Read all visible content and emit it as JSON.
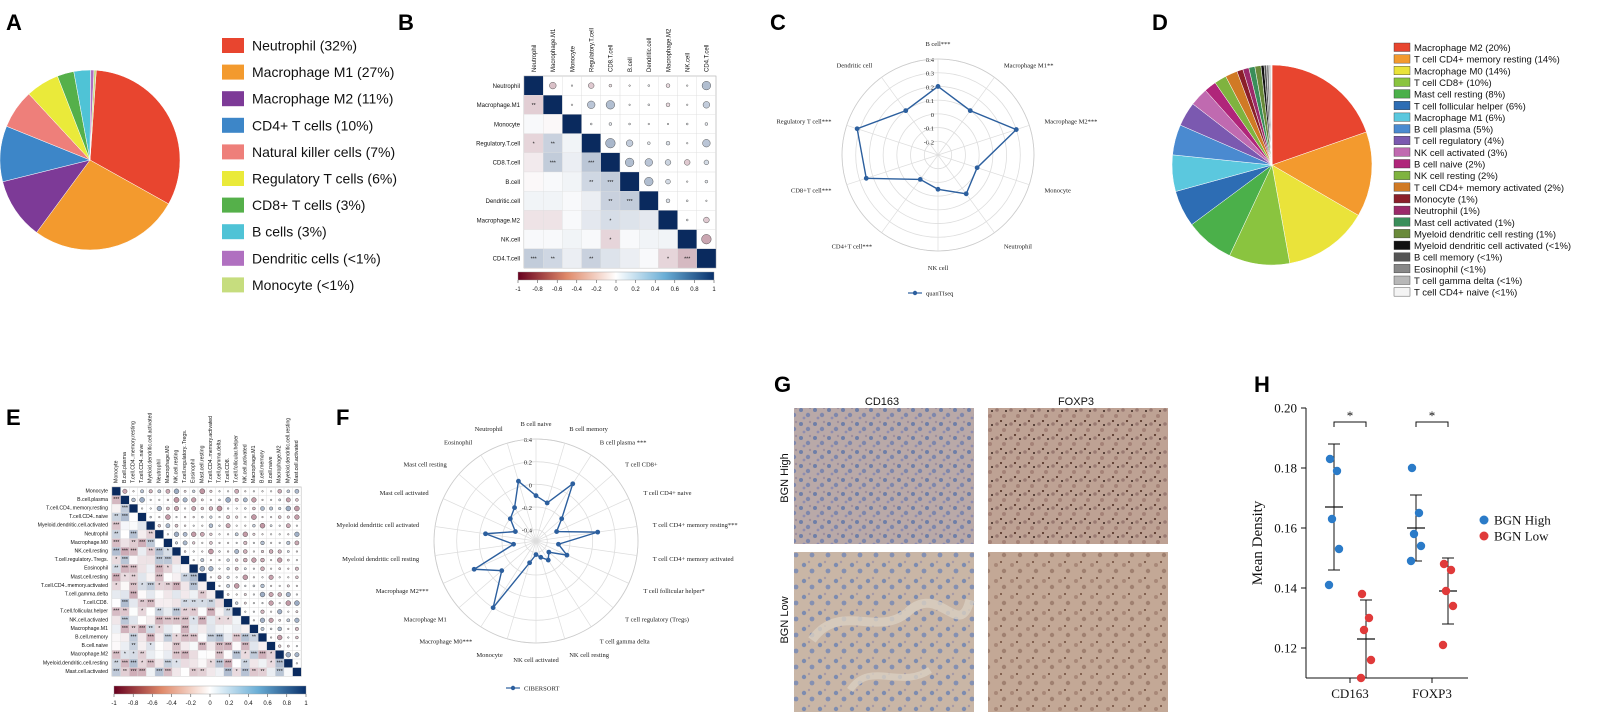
{
  "panel_labels": [
    "A",
    "B",
    "C",
    "D",
    "E",
    "F",
    "G",
    "H"
  ],
  "chart_data": [
    {
      "panel": "A",
      "type": "pie",
      "labels": [
        "Neutrophil (32%)",
        "Macrophage M1 (27%)",
        "Macrophage M2 (11%)",
        "CD4+ T cells (10%)",
        "Natural killer cells (7%)",
        "Regulatory T cells (6%)",
        "CD8+ T cells (3%)",
        "B cells (3%)",
        "Dendritic cells (<1%)",
        "Monocyte (<1%)"
      ],
      "values": [
        32,
        27,
        11,
        10,
        7,
        6,
        3,
        3,
        0.6,
        0.4
      ],
      "colors": [
        "#e8452f",
        "#f39a2e",
        "#7d3a97",
        "#3d86c8",
        "#ee7f7a",
        "#eaea3a",
        "#55b04a",
        "#4fc3d6",
        "#b070c0",
        "#c6dd7e"
      ]
    },
    {
      "panel": "B",
      "type": "heatmap",
      "labels": [
        "Neutrophil",
        "Macrophage.M1",
        "Monocyte",
        "Regulatory.T.cell",
        "CD8.T.cell",
        "B.cell",
        "Dendritic.cell",
        "Macrophage.M2",
        "NK.cell",
        "CD4.T.cell"
      ],
      "col_labels": [
        "Neutrophil",
        "Macrophage.M1",
        "Monocyte",
        "Regulatory.T.cell",
        "CD8.T.cell",
        "B.cell",
        "Dendritic.cell",
        "Macrophage.M2",
        "NK.cell",
        "CD4.T.cell"
      ],
      "matrix": [
        [
          1,
          -0.35,
          0.05,
          -0.3,
          -0.15,
          -0.05,
          0.1,
          -0.2,
          0.05,
          0.45
        ],
        [
          -0.35,
          1,
          -0.05,
          0.4,
          0.45,
          0.05,
          0.1,
          -0.2,
          0.05,
          0.35
        ],
        [
          0.05,
          -0.05,
          1,
          0.1,
          0.15,
          0.1,
          0.05,
          0.05,
          0.1,
          0.15
        ],
        [
          -0.3,
          0.4,
          0.1,
          1,
          0.5,
          0.35,
          0.15,
          0.2,
          0.05,
          0.4
        ],
        [
          -0.15,
          0.45,
          0.15,
          0.5,
          1,
          0.45,
          0.4,
          0.3,
          -0.3,
          0.25
        ],
        [
          -0.05,
          0.05,
          0.1,
          0.35,
          0.45,
          1,
          0.45,
          0.25,
          0.05,
          0.15
        ],
        [
          0.1,
          0.1,
          0.05,
          0.15,
          0.4,
          0.45,
          1,
          0.2,
          0.1,
          0.05
        ],
        [
          -0.2,
          -0.2,
          0.05,
          0.2,
          0.3,
          0.25,
          0.2,
          1,
          0.1,
          -0.3
        ],
        [
          0.05,
          0.05,
          0.1,
          0.05,
          -0.3,
          0.05,
          0.1,
          0.1,
          1,
          -0.5
        ],
        [
          0.45,
          0.35,
          0.15,
          0.4,
          0.25,
          0.15,
          0.05,
          -0.3,
          -0.5,
          1
        ]
      ],
      "colorbar_ticks": [
        "-1",
        "-0.8",
        "-0.6",
        "-0.4",
        "-0.2",
        "0",
        "0.2",
        "0.4",
        "0.6",
        "0.8",
        "1"
      ]
    },
    {
      "panel": "C",
      "type": "line",
      "subtype": "radar",
      "axes": [
        "B cell***",
        "Macrophage M1**",
        "Macrophage M2***",
        "Monocyte",
        "Neutrophil",
        "NK cell",
        "CD4+T cell***",
        "CD8+T cell***",
        "Regulatory T cell***",
        "Dendritic cell"
      ],
      "values": [
        0.2,
        0.1,
        0.3,
        0.0,
        0.05,
        -0.05,
        -0.08,
        0.25,
        0.32,
        0.1
      ],
      "r_ticks": [
        "0.4",
        "0.3",
        "0.2",
        "0.1",
        "0",
        "-0.1",
        "-0.2"
      ],
      "ylim": [
        -0.3,
        0.4
      ],
      "legend": "quanTIseq"
    },
    {
      "panel": "D",
      "type": "pie",
      "labels": [
        "Macrophage M2 (20%)",
        "T cell CD4+ memory resting (14%)",
        "Macrophage M0 (14%)",
        "T cell CD8+ (10%)",
        "Mast cell resting (8%)",
        "T cell follicular helper (6%)",
        "Macrophage M1 (6%)",
        "B cell plasma (5%)",
        "T cell regulatory (4%)",
        "NK cell activated (3%)",
        "B cell naive (2%)",
        "NK cell resting (2%)",
        "T cell CD4+ memory activated (2%)",
        "Monocyte (1%)",
        "Neutrophil (1%)",
        "Mast cell activated (1%)",
        "Myeloid dendritic cell resting (1%)",
        "Myeloid dendritic cell activated (<1%)",
        "B cell memory (<1%)",
        "Eosinophil (<1%)",
        "T cell gamma delta (<1%)",
        "T cell CD4+ naive (<1%)"
      ],
      "values": [
        20,
        14,
        14,
        10,
        8,
        6,
        6,
        5,
        4,
        3,
        2,
        2,
        2,
        1,
        1,
        1,
        1,
        0.5,
        0.4,
        0.4,
        0.3,
        0.2
      ],
      "colors": [
        "#e8452f",
        "#f39a2e",
        "#eae33a",
        "#8ac43f",
        "#4bb04a",
        "#2d6db4",
        "#5bc8de",
        "#4a8ad0",
        "#7b59b0",
        "#c06ab0",
        "#b0257a",
        "#7fb33f",
        "#d07a25",
        "#8b1f2a",
        "#9b2a6a",
        "#3a8e5a",
        "#6a8a3a",
        "#111111",
        "#555555",
        "#888888",
        "#b8b8b8",
        "#f4f4f4"
      ]
    },
    {
      "panel": "E",
      "type": "heatmap",
      "labels": [
        "Monocyte",
        "B.cell.plasma",
        "T.cell.CD4..memory.resting",
        "T.cell.CD4..naive",
        "Myeloid.dendritic.cell.activated",
        "Neutrophil",
        "Macrophage.M0",
        "NK.cell.resting",
        "T.cell.regulatory..Tregs.",
        "Eosinophil",
        "Mast.cell.resting",
        "T.cell.CD4..memory.activated",
        "T.cell.gamma.delta",
        "T.cell.CD8.",
        "T.cell.follicular.helper",
        "NK.cell.activated",
        "Macrophage.M1",
        "B.cell.memory",
        "B.cell.naive",
        "Macrophage.M2",
        "Myeloid.dendritic.cell.resting",
        "Mast.cell.activated"
      ],
      "colorbar_ticks": [
        "-1",
        "-0.8",
        "-0.6",
        "-0.4",
        "-0.2",
        "0",
        "0.2",
        "0.4",
        "0.6",
        "0.8",
        "1"
      ]
    },
    {
      "panel": "F",
      "type": "line",
      "subtype": "radar",
      "axes": [
        "B cell naive",
        "B cell memory",
        "B cell plasma ***",
        "T cell CD8+",
        "T cell CD4+ naive",
        "T cell CD4+ memory resting***",
        "T cell CD4+ memory activated",
        "T cell follicular helper*",
        "T cell regulatory (Tregs)",
        "T cell gamma delta",
        "NK cell resting",
        "NK cell activated",
        "Monocyte",
        "Macrophage M0***",
        "Macrophage M1",
        "Macrophage M2***",
        "Myeloid dendritic cell resting",
        "Myeloid dendritic cell activated",
        "Mast cell activated",
        "Mast cell resting",
        "Eosinophil",
        "Neutrophil"
      ],
      "values": [
        -0.1,
        -0.15,
        0.1,
        -0.2,
        -0.3,
        0.05,
        -0.3,
        -0.2,
        -0.35,
        -0.3,
        -0.35,
        -0.38,
        -0.3,
        0.2,
        -0.1,
        0.1,
        -0.3,
        -0.05,
        -0.3,
        -0.2,
        -0.15,
        0.05
      ],
      "r_ticks": [
        "0.4",
        "0.2",
        "0",
        "-0.2",
        "-0.4"
      ],
      "ylim": [
        -0.5,
        0.4
      ],
      "legend": "CIBERSORT"
    },
    {
      "panel": "H",
      "type": "scatter",
      "categories": [
        "CD163",
        "FOXP3"
      ],
      "series": [
        {
          "name": "BGN High",
          "color": "#2b7bc8",
          "values": [
            [
              0.183,
              0.179,
              0.163,
              0.153,
              0.141
            ],
            [
              0.18,
              0.165,
              0.158,
              0.154,
              0.149
            ]
          ],
          "mean": [
            0.167,
            0.16
          ],
          "sd": [
            0.021,
            0.011
          ]
        },
        {
          "name": "BGN Low",
          "color": "#e03a3a",
          "values": [
            [
              0.138,
              0.13,
              0.126,
              0.116,
              0.11
            ],
            [
              0.148,
              0.146,
              0.139,
              0.134,
              0.121
            ]
          ],
          "mean": [
            0.123,
            0.139
          ],
          "sd": [
            0.013,
            0.011
          ]
        }
      ],
      "ylabel": "Mean Density",
      "ylim": [
        0.11,
        0.2
      ],
      "yticks": [
        "0.12",
        "0.14",
        "0.16",
        "0.18",
        "0.20"
      ],
      "significance": [
        "*",
        "*"
      ]
    }
  ],
  "ihc": {
    "col_titles": [
      "CD163",
      "FOXP3"
    ],
    "row_titles": [
      "BGN High",
      "BGN Low"
    ]
  }
}
